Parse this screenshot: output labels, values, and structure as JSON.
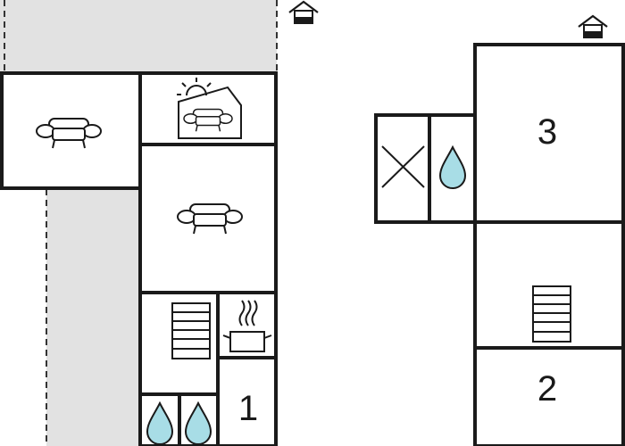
{
  "plan": {
    "rooms": {
      "bedroom_1": {
        "label": "1"
      },
      "bedroom_2": {
        "label": "2"
      },
      "bedroom_3": {
        "label": "3"
      }
    },
    "icons": [
      "house-entrance-icon",
      "sofa-icon",
      "sun-room-icon",
      "stairs-icon",
      "cooking-pot-icon",
      "water-drop-icon",
      "cross-icon"
    ]
  },
  "colors": {
    "wall": "#1a1a1a",
    "exterior_shade": "#e2e2e2",
    "water": "#a8dde6",
    "background": "#ffffff",
    "dashed_line": "#333333"
  }
}
